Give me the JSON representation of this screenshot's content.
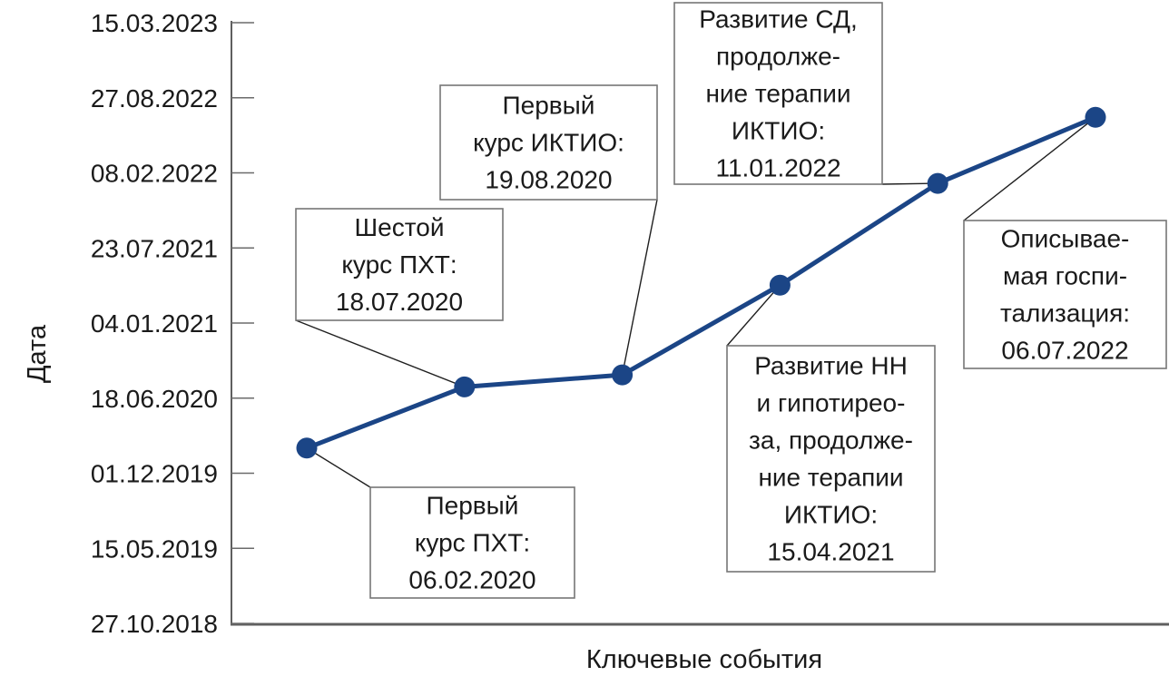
{
  "chart_data": {
    "type": "line",
    "title": "",
    "xlabel": "Ключевые события",
    "ylabel": "Дата",
    "grid": false,
    "legend": false,
    "y_axis": {
      "min": "27.10.2018",
      "max": "15.03.2023",
      "tick_labels": [
        "15.03.2023",
        "27.08.2022",
        "08.02.2022",
        "23.07.2021",
        "04.01.2021",
        "18.06.2020",
        "01.12.2019",
        "15.05.2019",
        "27.10.2018"
      ]
    },
    "x_axis": {
      "tick_labels": []
    },
    "series": [
      {
        "color": "#1b4586",
        "points": [
          {
            "event": "Первый курс ПХТ",
            "date": "06.02.2020"
          },
          {
            "event": "Шестой курс ПХТ",
            "date": "18.07.2020"
          },
          {
            "event": "Первый курс ИКТИО",
            "date": "19.08.2020"
          },
          {
            "event": "Развитие НН и гипотиреоза, продолжение терапии ИКТИО",
            "date": "15.04.2021"
          },
          {
            "event": "Развитие СД, продолжение терапии ИКТИО",
            "date": "11.01.2022"
          },
          {
            "event": "Описываемая госпитализация",
            "date": "06.07.2022"
          }
        ]
      }
    ],
    "annotations": [
      {
        "point": 0,
        "lines": [
          "Первый",
          "курс ПХТ:",
          "06.02.2020"
        ]
      },
      {
        "point": 1,
        "lines": [
          "Шестой",
          "курс ПХТ:",
          "18.07.2020"
        ]
      },
      {
        "point": 2,
        "lines": [
          "Первый",
          "курс ИКТИО:",
          "19.08.2020"
        ]
      },
      {
        "point": 3,
        "lines": [
          "Развитие НН",
          "и гипотирео-",
          "за, продолже-",
          "ние терапии",
          "ИКТИО:",
          "15.04.2021"
        ]
      },
      {
        "point": 4,
        "lines": [
          "Развитие СД,",
          "продолже-",
          "ние терапии",
          "ИКТИО:",
          "11.01.2022"
        ]
      },
      {
        "point": 5,
        "lines": [
          "Описывае-",
          "мая госпи-",
          "тализация:",
          "06.07.2022"
        ]
      }
    ]
  },
  "colors": {
    "series": "#1b4586",
    "axis": "#5f5f5f",
    "tick": "#6b6b6b",
    "text": "#1a1a1a",
    "box_border": "#767676",
    "box_fill": "#ffffff",
    "leader": "#1f1f1f"
  }
}
